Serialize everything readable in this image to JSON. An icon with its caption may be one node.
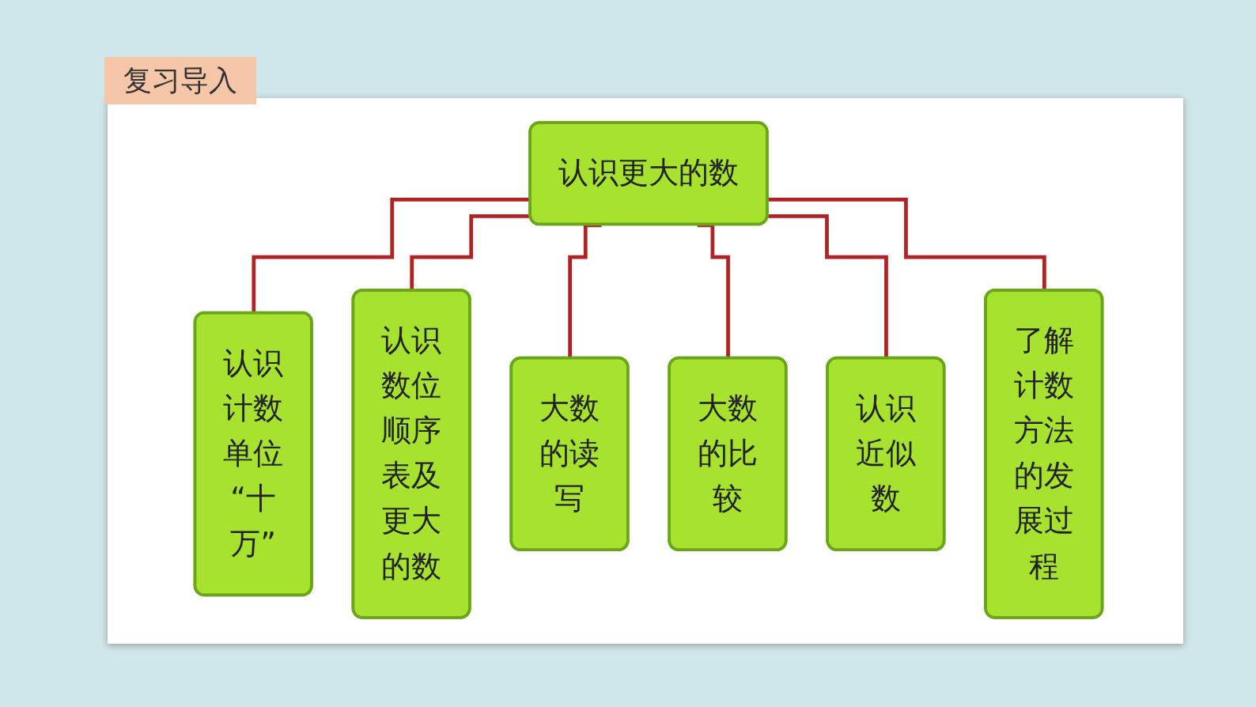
{
  "diagram": {
    "title": "复习导入",
    "nodes": [
      {
        "text": [
          "认识更大的数"
        ]
      },
      {
        "text": [
          "认识计数单位“十万”"
        ]
      },
      {
        "text": [
          "认识数位顺序表及更大的数"
        ]
      },
      {
        "text": [
          "大数的读写"
        ]
      },
      {
        "text": [
          "大数的比较"
        ]
      },
      {
        "text": [
          "认识近似数"
        ]
      },
      {
        "text": [
          "了解计数方法的发展过程"
        ]
      }
    ],
    "edges": [
      {
        "from": 0,
        "to": 1,
        "arrow": "none",
        "color": "#b22222"
      },
      {
        "from": 0,
        "to": 2,
        "arrow": "none",
        "color": "#b22222"
      },
      {
        "from": 0,
        "to": 3,
        "arrow": "none",
        "color": "#b22222"
      },
      {
        "from": 0,
        "to": 4,
        "arrow": "none",
        "color": "#b22222"
      },
      {
        "from": 0,
        "to": 5,
        "arrow": "none",
        "color": "#b22222"
      },
      {
        "from": 0,
        "to": 6,
        "arrow": "none",
        "color": "#b22222"
      }
    ]
  }
}
